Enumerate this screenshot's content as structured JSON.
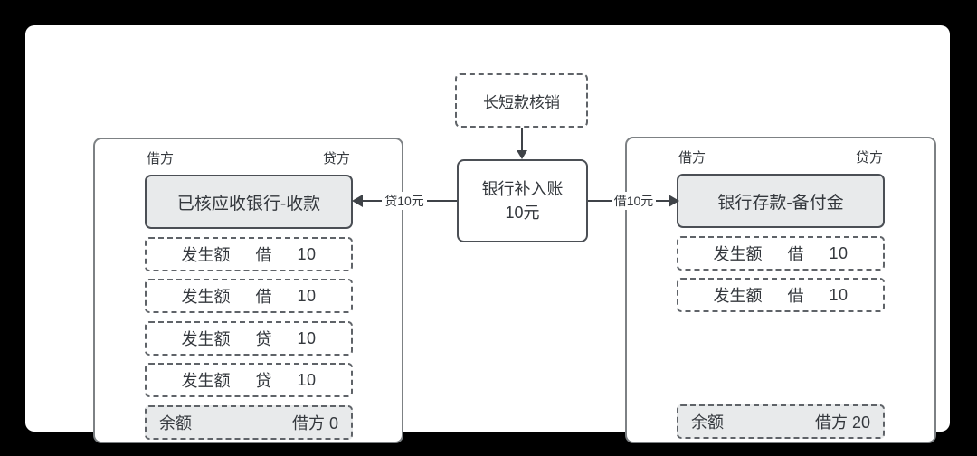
{
  "colors": {
    "frame": "#000000",
    "surface": "#ffffff",
    "box_fill": "#e8eaeb",
    "box_border": "#4b4f55",
    "dash_border": "#5f6368",
    "panel_border": "#7d8184",
    "text": "#34383d",
    "arrow": "#3f4348"
  },
  "trigger_note": {
    "label": "长短款核销"
  },
  "journal_node": {
    "line1": "银行补入账",
    "line2": "10元"
  },
  "flows": {
    "to_left": {
      "label": "贷10元"
    },
    "to_right": {
      "label": "借10元"
    }
  },
  "left_account": {
    "debit_header": "借方",
    "credit_header": "贷方",
    "title": "已核应收银行-收款",
    "entries": [
      {
        "label": "发生额",
        "side": "借",
        "amount": "10"
      },
      {
        "label": "发生额",
        "side": "借",
        "amount": "10"
      },
      {
        "label": "发生额",
        "side": "贷",
        "amount": "10"
      },
      {
        "label": "发生额",
        "side": "贷",
        "amount": "10"
      }
    ],
    "balance": {
      "label": "余额",
      "value": "借方 0"
    }
  },
  "right_account": {
    "debit_header": "借方",
    "credit_header": "贷方",
    "title": "银行存款-备付金",
    "entries": [
      {
        "label": "发生额",
        "side": "借",
        "amount": "10"
      },
      {
        "label": "发生额",
        "side": "借",
        "amount": "10"
      }
    ],
    "balance": {
      "label": "余额",
      "value": "借方 20"
    }
  }
}
